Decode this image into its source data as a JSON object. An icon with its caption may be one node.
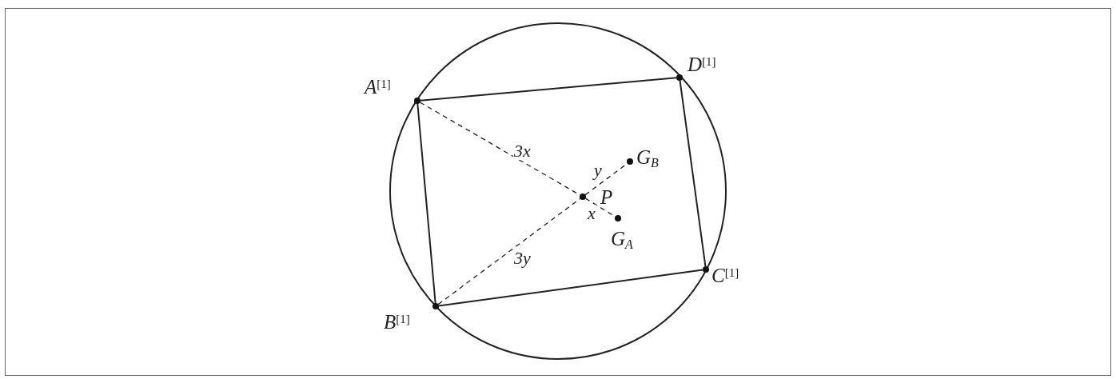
{
  "diagram": {
    "nodes": [
      {
        "text": [],
        "shape": "circle",
        "beside": [
          "A$^{[1]}$"
        ]
      },
      {
        "text": [],
        "shape": "circle",
        "beside": [
          "D$^{[1]}$"
        ]
      },
      {
        "text": [],
        "shape": "circle",
        "beside": [
          "C$^{[1]}$"
        ]
      },
      {
        "text": [],
        "shape": "circle",
        "beside": [
          "B$^{[1]}$"
        ]
      },
      {
        "text": [],
        "shape": "circle",
        "beside": [
          "P"
        ]
      },
      {
        "text": [],
        "shape": "circle",
        "beside": [
          "G$_{B}$"
        ]
      },
      {
        "text": [],
        "shape": "circle",
        "beside": [
          "G$_{A}$"
        ]
      }
    ],
    "edges": [
      {
        "from": 0,
        "to": 1,
        "arrow": "none"
      },
      {
        "from": 1,
        "to": 2,
        "arrow": "none"
      },
      {
        "from": 2,
        "to": 3,
        "arrow": "none"
      },
      {
        "from": 3,
        "to": 0,
        "arrow": "none"
      },
      {
        "from": 0,
        "to": 4,
        "arrow": "none",
        "style": "dashed",
        "label": "3x"
      },
      {
        "from": 4,
        "to": 6,
        "arrow": "none",
        "style": "dashed",
        "label": "x"
      },
      {
        "from": 3,
        "to": 4,
        "arrow": "none",
        "style": "dashed",
        "label": "3y"
      },
      {
        "from": 4,
        "to": 5,
        "arrow": "none",
        "style": "dashed",
        "label": "y"
      }
    ]
  }
}
